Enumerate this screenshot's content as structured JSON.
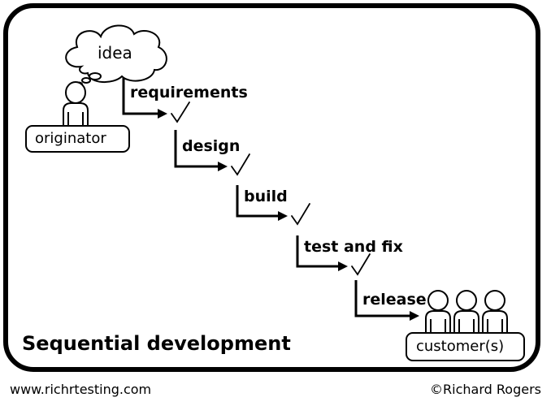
{
  "diagram": {
    "title": "Sequential development",
    "idea": "idea",
    "originator": "originator",
    "customers": "customer(s)",
    "phases": [
      {
        "id": "requirements",
        "label": "requirements"
      },
      {
        "id": "design",
        "label": "design"
      },
      {
        "id": "build",
        "label": "build"
      },
      {
        "id": "test-and-fix",
        "label": "test and fix"
      },
      {
        "id": "release",
        "label": "release"
      }
    ]
  },
  "footer": {
    "website": "www.richrtesting.com",
    "copyright": "©Richard Rogers"
  },
  "colors": {
    "stroke": "#000000",
    "background": "#ffffff"
  }
}
